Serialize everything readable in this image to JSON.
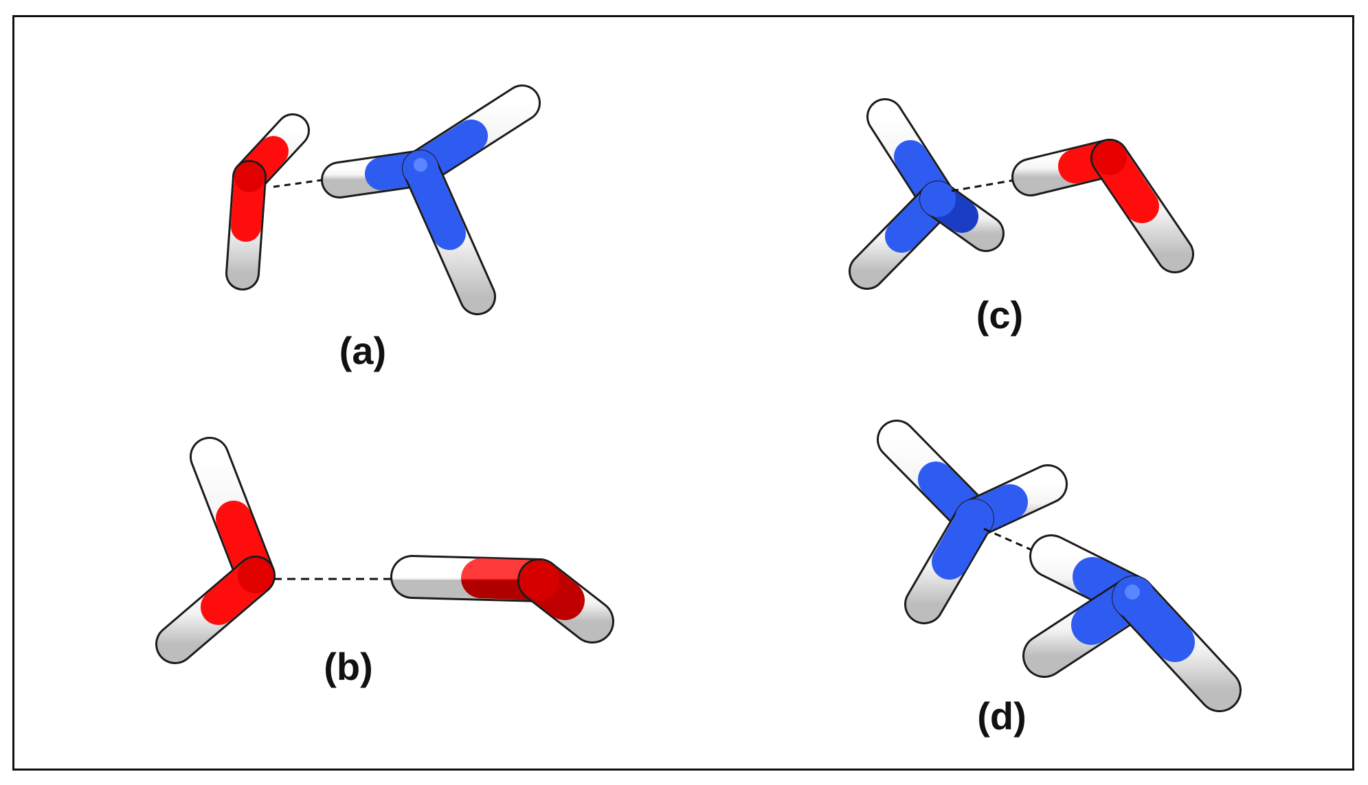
{
  "colors": {
    "oxygen": "#ff0d0d",
    "oxygen_dark": "#a60000",
    "nitrogen": "#2f5cf0",
    "nitrogen_dark": "#1437c8",
    "hydrogen": "#ffffff",
    "hydrogen_shade": "#c9c9c9",
    "bond_outline": "#1a1a1a",
    "hbond_line": "#111111",
    "frame_border": "#111111"
  },
  "panels": [
    {
      "id": "a",
      "label": "(a)",
      "description_key": "water-ammonia-complex"
    },
    {
      "id": "b",
      "label": "(b)",
      "description_key": "water-dimer"
    },
    {
      "id": "c",
      "label": "(c)",
      "description_key": "ammonia-water-complex"
    },
    {
      "id": "d",
      "label": "(d)",
      "description_key": "ammonia-dimer"
    }
  ]
}
